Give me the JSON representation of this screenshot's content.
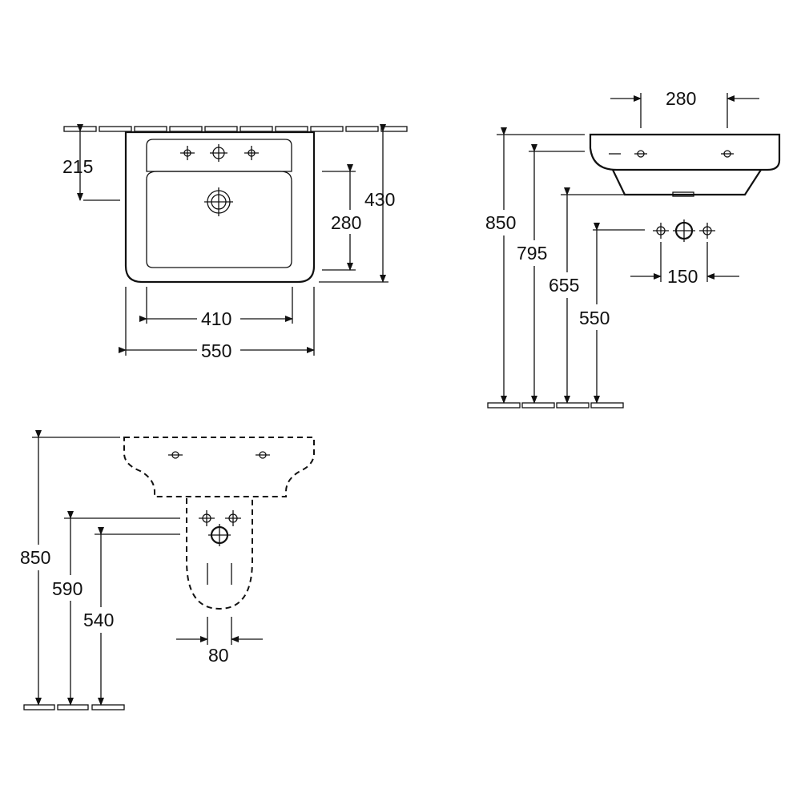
{
  "views": {
    "top": {
      "dim_depth": "215",
      "dim_height": "430",
      "dim_inner_height": "280",
      "dim_inner_width": "410",
      "dim_width": "550"
    },
    "side": {
      "dim_tap_spacing": "280",
      "dim_rim_height": "850",
      "dim_bowl_height": "795",
      "dim_bottom_height": "655",
      "dim_supply_height": "550",
      "dim_supply_spacing": "150"
    },
    "front": {
      "dim_rim_height": "850",
      "dim_supply_height": "590",
      "dim_waste_height": "540",
      "dim_pedestal_width": "80"
    }
  }
}
